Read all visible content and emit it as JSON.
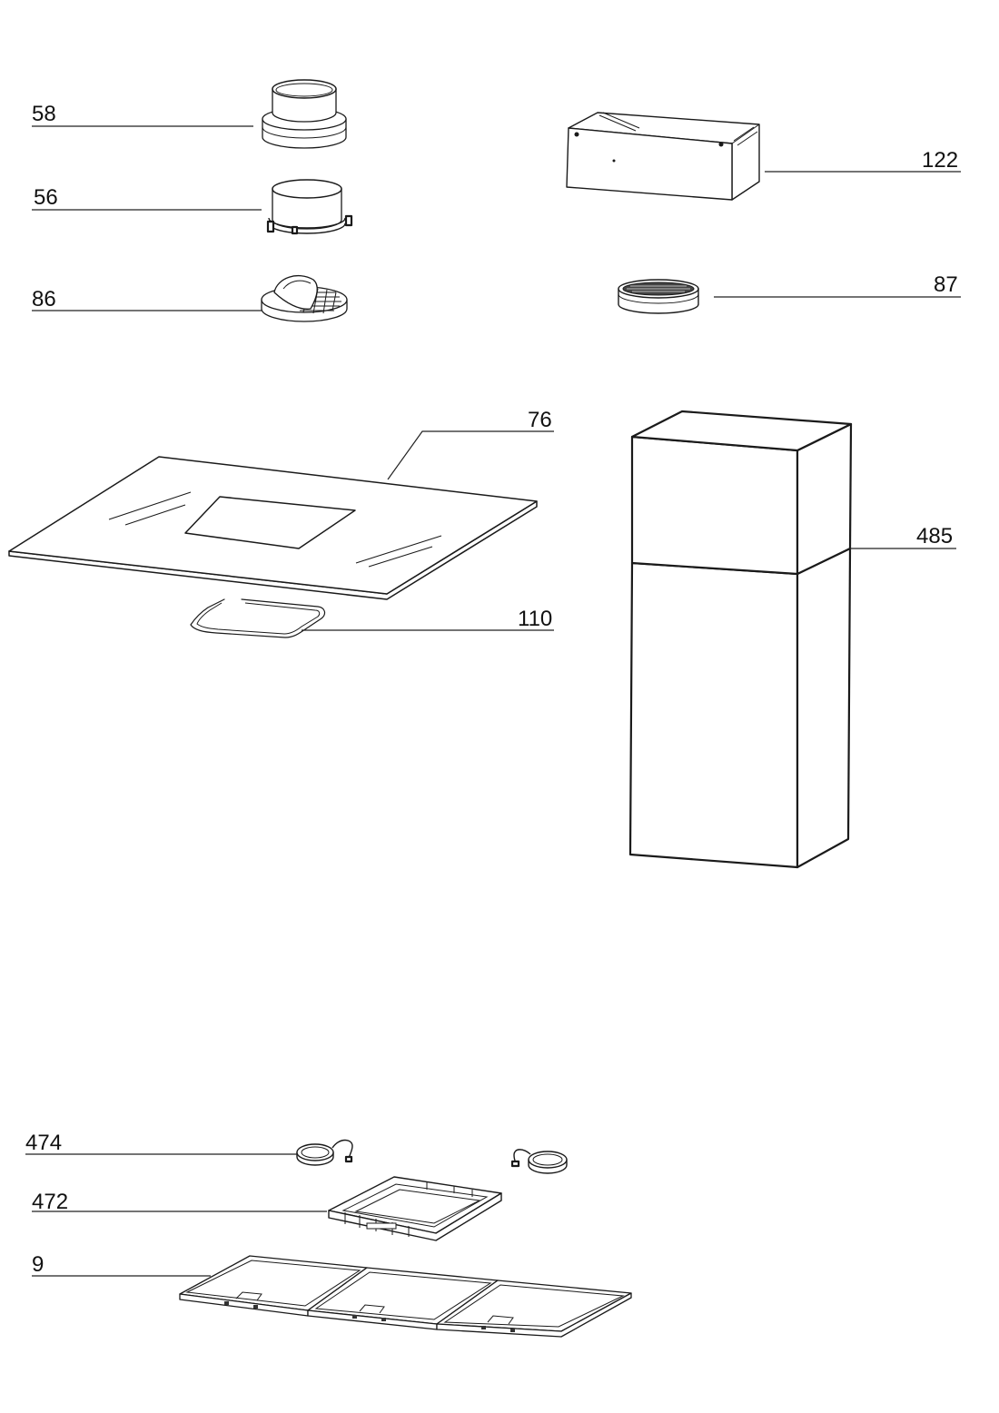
{
  "labels": {
    "part_58": "58",
    "part_56": "56",
    "part_86": "86",
    "part_122": "122",
    "part_87": "87",
    "part_76": "76",
    "part_110": "110",
    "part_485": "485",
    "part_474": "474",
    "part_472": "472",
    "part_9": "9"
  }
}
